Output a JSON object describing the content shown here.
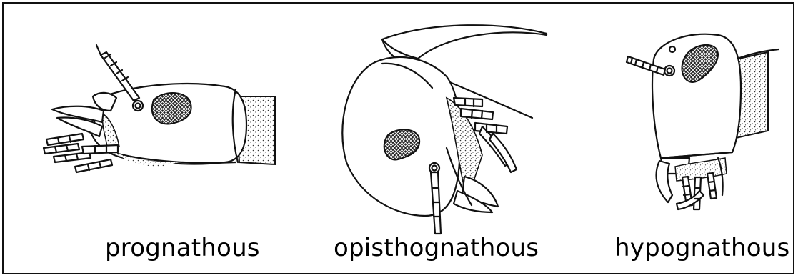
{
  "figure": {
    "panels": [
      {
        "label": "prognathous",
        "eye_icon": "compound-eye-icon"
      },
      {
        "label": "opisthognathous",
        "eye_icon": "compound-eye-icon"
      },
      {
        "label": "hypognathous",
        "eye_icon": "compound-eye-icon"
      }
    ]
  },
  "colors": {
    "ink": "#111111",
    "background": "#ffffff"
  }
}
